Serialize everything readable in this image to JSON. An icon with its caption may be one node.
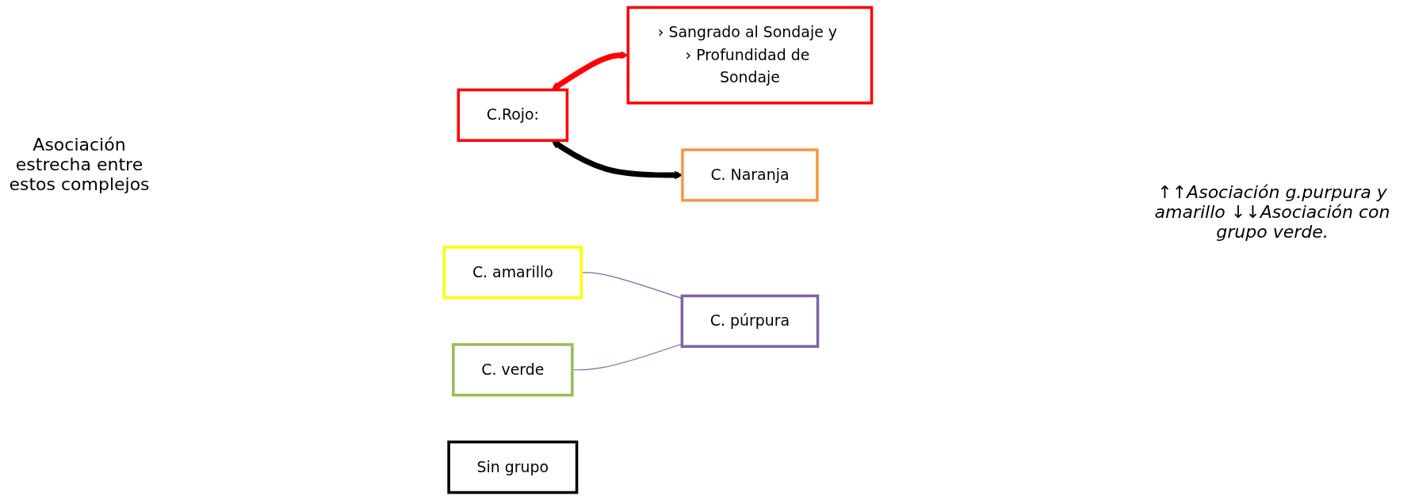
{
  "diagram": {
    "nodes": [
      {
        "text": [
          "C.Rojo:"
        ]
      },
      {
        "text": [
          "› Sangrado al Sondaje y › Profundidad de Sondaje"
        ]
      },
      {
        "text": [
          "C. Naranja"
        ]
      },
      {
        "text": [
          "C. amarillo"
        ]
      },
      {
        "text": [
          "C. verde"
        ]
      },
      {
        "text": [
          "C.  púrpura"
        ]
      },
      {
        "text": [
          "Sin grupo"
        ]
      }
    ],
    "edges": [
      {
        "from": 0,
        "to": 1,
        "arrow": "both",
        "style": "thick",
        "color": "#ff0000"
      },
      {
        "from": 0,
        "to": 2,
        "arrow": "both",
        "style": "thick",
        "color": "#000000"
      },
      {
        "from": 3,
        "to": 5,
        "arrow": "none",
        "color": "#8064a2"
      },
      {
        "from": 4,
        "to": 5,
        "arrow": "none",
        "color": "#8064a2"
      }
    ],
    "labels": [
      "Asociación estrecha entre estos complejos",
      "↑↑Asociación g.purpura  y amarillo ↓↓Asociación con grupo verde."
    ]
  }
}
